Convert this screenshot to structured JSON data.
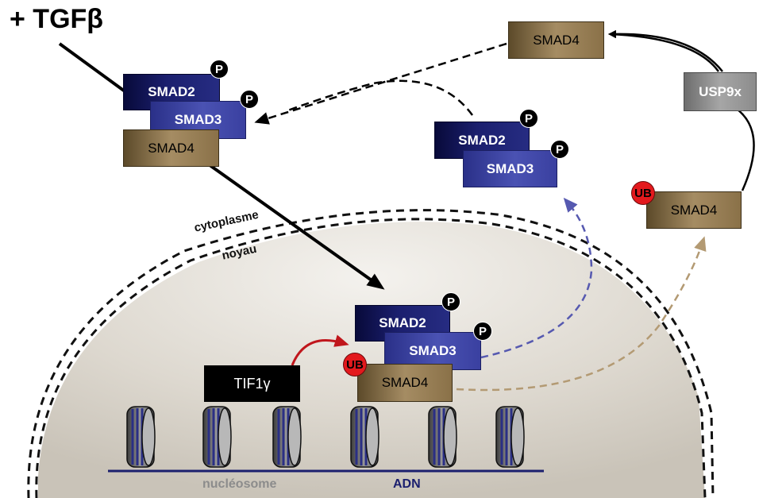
{
  "title": "+ TGFβ",
  "labels": {
    "cytoplasme": "cytoplasme",
    "noyau": "noyau",
    "nucleosome": "nucléosome",
    "adn": "ADN"
  },
  "proteins": {
    "smad2": "SMAD2",
    "smad3": "SMAD3",
    "smad4": "SMAD4",
    "usp9x": "USP9x",
    "tif1g": "TIF1γ"
  },
  "modifications": {
    "phospho": "P",
    "ubiquitin": "UB"
  }
}
